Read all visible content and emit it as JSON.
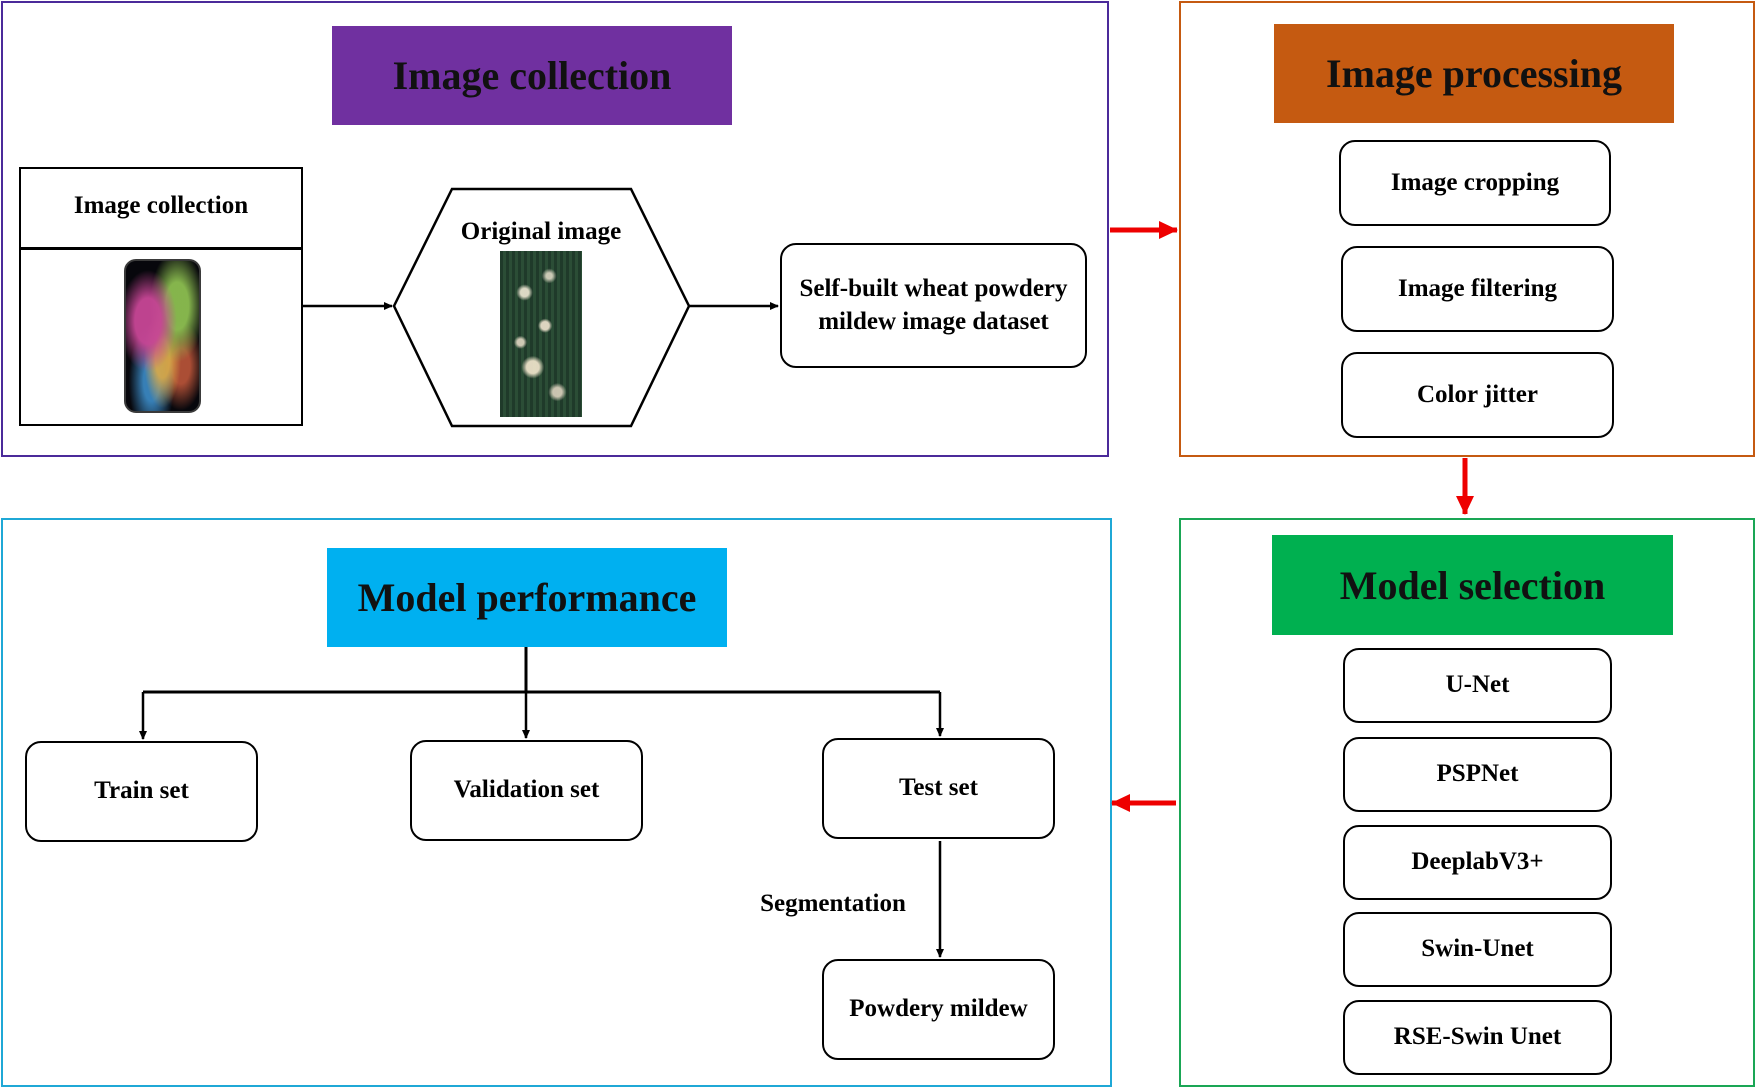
{
  "panels": {
    "collection": {
      "title": "Image collection",
      "border_color": "#4b2a9a",
      "header_color": "#7030a0"
    },
    "processing": {
      "title": "Image processing",
      "border_color": "#c55a11",
      "header_color": "#c55a11"
    },
    "selection": {
      "title": "Model selection",
      "border_color": "#1aa655",
      "header_color": "#00b050"
    },
    "performance": {
      "title": "Model performance",
      "border_color": "#1fa8d6",
      "header_color": "#00b0f0"
    }
  },
  "collection": {
    "device_box_label": "Image collection",
    "device_icon": "smartphone-image",
    "hexagon_label": "Original image",
    "leaf_icon": "wheat-leaf-image",
    "dataset_label": "Self-built wheat powdery mildew image dataset"
  },
  "processing": {
    "steps": [
      "Image cropping",
      "Image filtering",
      "Color jitter"
    ]
  },
  "selection": {
    "models": [
      "U-Net",
      "PSPNet",
      "DeeplabV3+",
      "Swin-Unet",
      "RSE-Swin Unet"
    ]
  },
  "performance": {
    "sets": [
      "Train set",
      "Validation set",
      "Test set"
    ],
    "edge_label": "Segmentation",
    "output_label": "Powdery mildew"
  },
  "arrow_color": "#ee0000"
}
